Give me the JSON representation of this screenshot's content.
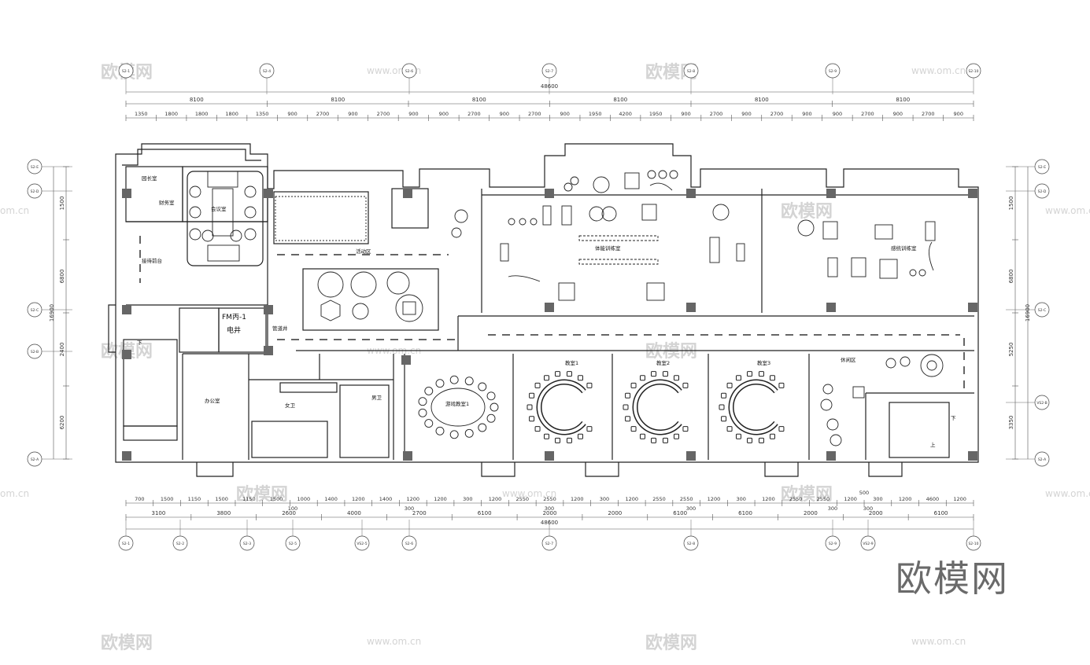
{
  "brand": "欧模网",
  "watermark": {
    "logo": "欧模网",
    "url": "www.om.cn",
    "short_url": "om.cn"
  },
  "overall_width": "48600",
  "overall_height": "16900",
  "top": {
    "grid": [
      "S2-1",
      "S2-4",
      "S2-6",
      "S2-7",
      "S2-8",
      "S2-9",
      "S2-10"
    ],
    "spans": [
      "8100",
      "8100",
      "8100",
      "8100",
      "8100",
      "8100"
    ],
    "detail": [
      "1350",
      "1800",
      "1800",
      "1800",
      "1350",
      "900",
      "2700",
      "900",
      "2700",
      "900",
      "900",
      "2700",
      "900",
      "2700",
      "900",
      "1950",
      "4200",
      "1950",
      "900",
      "2700",
      "900",
      "2700",
      "900",
      "900",
      "2700",
      "900",
      "2700",
      "900"
    ]
  },
  "bottom": {
    "grid": [
      "S2-1",
      "S2-2",
      "S2-3",
      "S2-5",
      "VS2-5",
      "S2-6",
      "S2-7",
      "S2-8",
      "S2-9",
      "VS2-9",
      "S2-10"
    ],
    "row1": [
      "700",
      "1500",
      "1150",
      "1500",
      "1150",
      "1500",
      "1000",
      "1400",
      "1200",
      "1400",
      "1200",
      "1200",
      "300",
      "1200",
      "2550",
      "2550",
      "1200",
      "300",
      "1200",
      "2550",
      "2550",
      "1200",
      "300",
      "1200",
      "2550",
      "2550",
      "1200",
      "300",
      "1200",
      "4600",
      "1200"
    ],
    "row2": [
      "3100",
      "3800",
      "2600",
      "4000",
      "2700",
      "6100",
      "2000",
      "2000",
      "6100",
      "6100",
      "2000",
      "2000",
      "6100"
    ],
    "extra": [
      "100",
      "300",
      "300",
      "300",
      "300",
      "300",
      "500"
    ]
  },
  "left": {
    "grid": [
      "S2-E",
      "S2-D",
      "S2-C",
      "S2-B",
      "S2-A"
    ],
    "dims": [
      "1500",
      "6800",
      "2400",
      "6200"
    ]
  },
  "right": {
    "grid": [
      "S2-E",
      "S2-D",
      "S2-C",
      "VS2-B",
      "S2-A"
    ],
    "dims": [
      "1500",
      "6800",
      "5250",
      "3350"
    ]
  },
  "rooms": {
    "top_left_office": "园长室",
    "finance": "财务室",
    "meeting": "会议室",
    "reception": "接待前台",
    "activity_area": "活动区",
    "fire_room": "FM丙-1",
    "elevator_shaft": "电井",
    "water_pipe": "管道井",
    "teacher_office": "办公室",
    "female_wc": "女卫",
    "male_wc": "男卫",
    "play_room_1": "游戏教室1",
    "class_1": "教室1",
    "class_2": "教室2",
    "class_3": "教室3",
    "sensory_room": "感统训练室",
    "fitness_room": "体能训练室",
    "rest_area": "休闲区",
    "stair_down": "下",
    "stair_up": "上"
  }
}
